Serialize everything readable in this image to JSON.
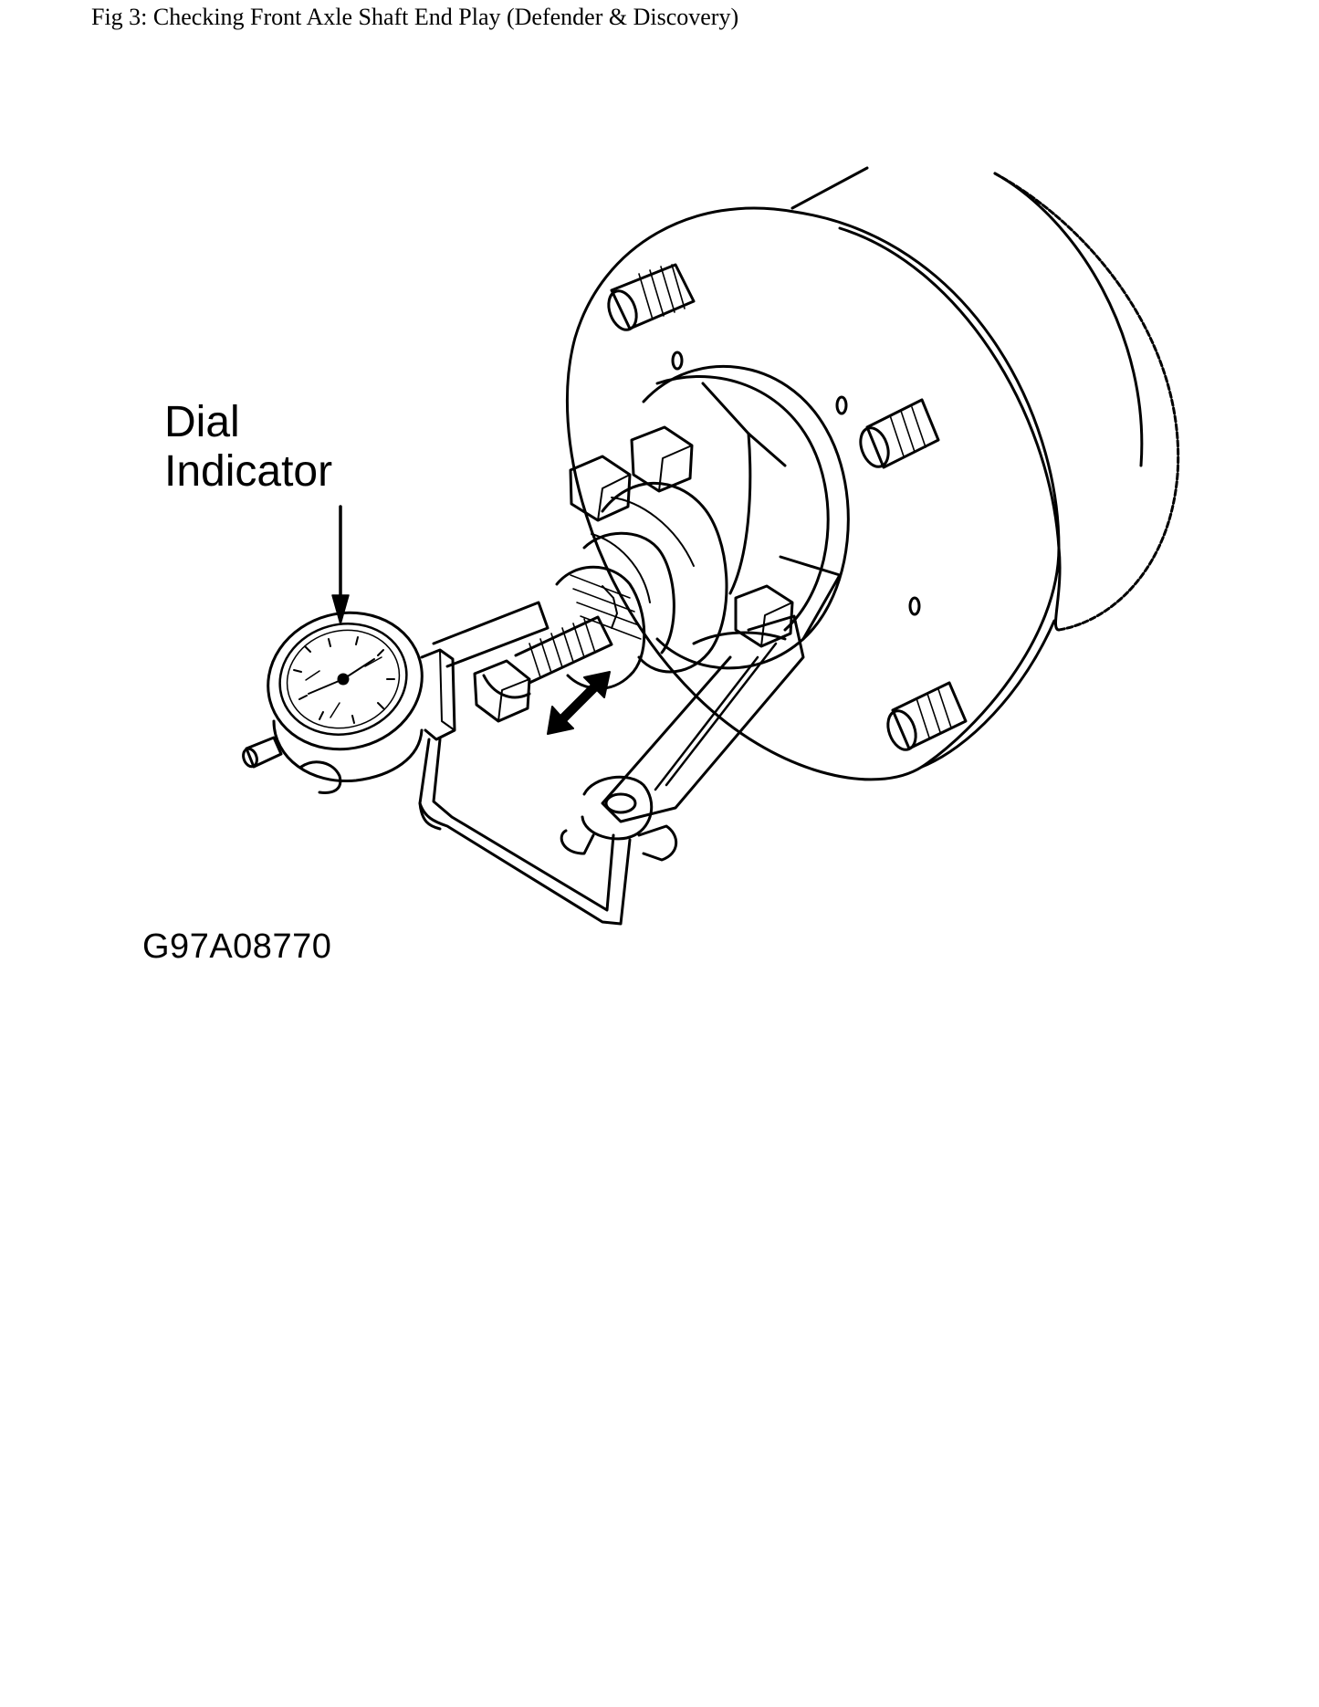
{
  "caption": "Fig 3: Checking Front Axle Shaft End Play (Defender & Discovery)",
  "labels": {
    "dial_line1": "Dial",
    "dial_line2": "Indicator",
    "figure_code": "G97A08770"
  },
  "colors": {
    "ink": "#000000",
    "paper": "#ffffff"
  }
}
